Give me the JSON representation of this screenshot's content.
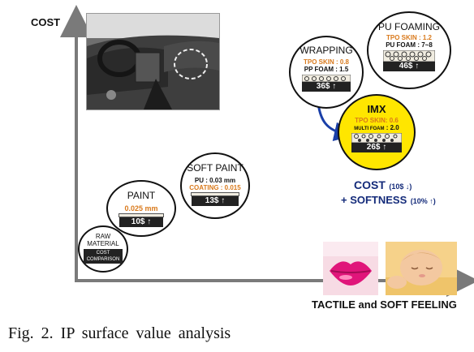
{
  "axes": {
    "y_label": "COST",
    "x_label": "TACTILE and SOFT FEELING"
  },
  "stages": {
    "raw": {
      "line1": "RAW",
      "line2": "MATERIAL",
      "bar_line1": "COST",
      "bar_line2": "COMPARISON"
    },
    "paint": {
      "title": "PAINT",
      "spec": "0.025 mm",
      "cost": "10$ ↑"
    },
    "soft_paint": {
      "title": "SOFT PAINT",
      "spec1": "PU : 0.03 mm",
      "spec2": "COATING : 0.015",
      "cost": "13$ ↑"
    },
    "wrapping": {
      "title": "WRAPPING",
      "spec1": "TPO SKIN : 0.8",
      "spec2": "PP FOAM : 1.5",
      "cost": "36$ ↑"
    },
    "pu_foaming": {
      "title": "PU FOAMING",
      "spec1": "TPO SKIN : 1.2",
      "spec2": "PU FOAM : 7~8",
      "cost": "46$ ↑"
    },
    "imx": {
      "title": "IMX",
      "spec1": "TPO SKIN: 0.6",
      "spec2_small": "MULTI FOAM",
      "spec2_value": " : 2.0",
      "cost": "26$ ↑"
    }
  },
  "benefits": {
    "cost_label": "COST",
    "cost_note": "(10$ ↓)",
    "softness_label": "+ SOFTNESS",
    "softness_note": "(10% ↑)"
  },
  "caption": "Fig. 2. IP surface value analysis",
  "colors": {
    "imx_fill": "#ffe600",
    "spec_orange": "#d9791b",
    "arrow_blue": "#1a3fa8",
    "benefit_navy": "#142b7a"
  }
}
